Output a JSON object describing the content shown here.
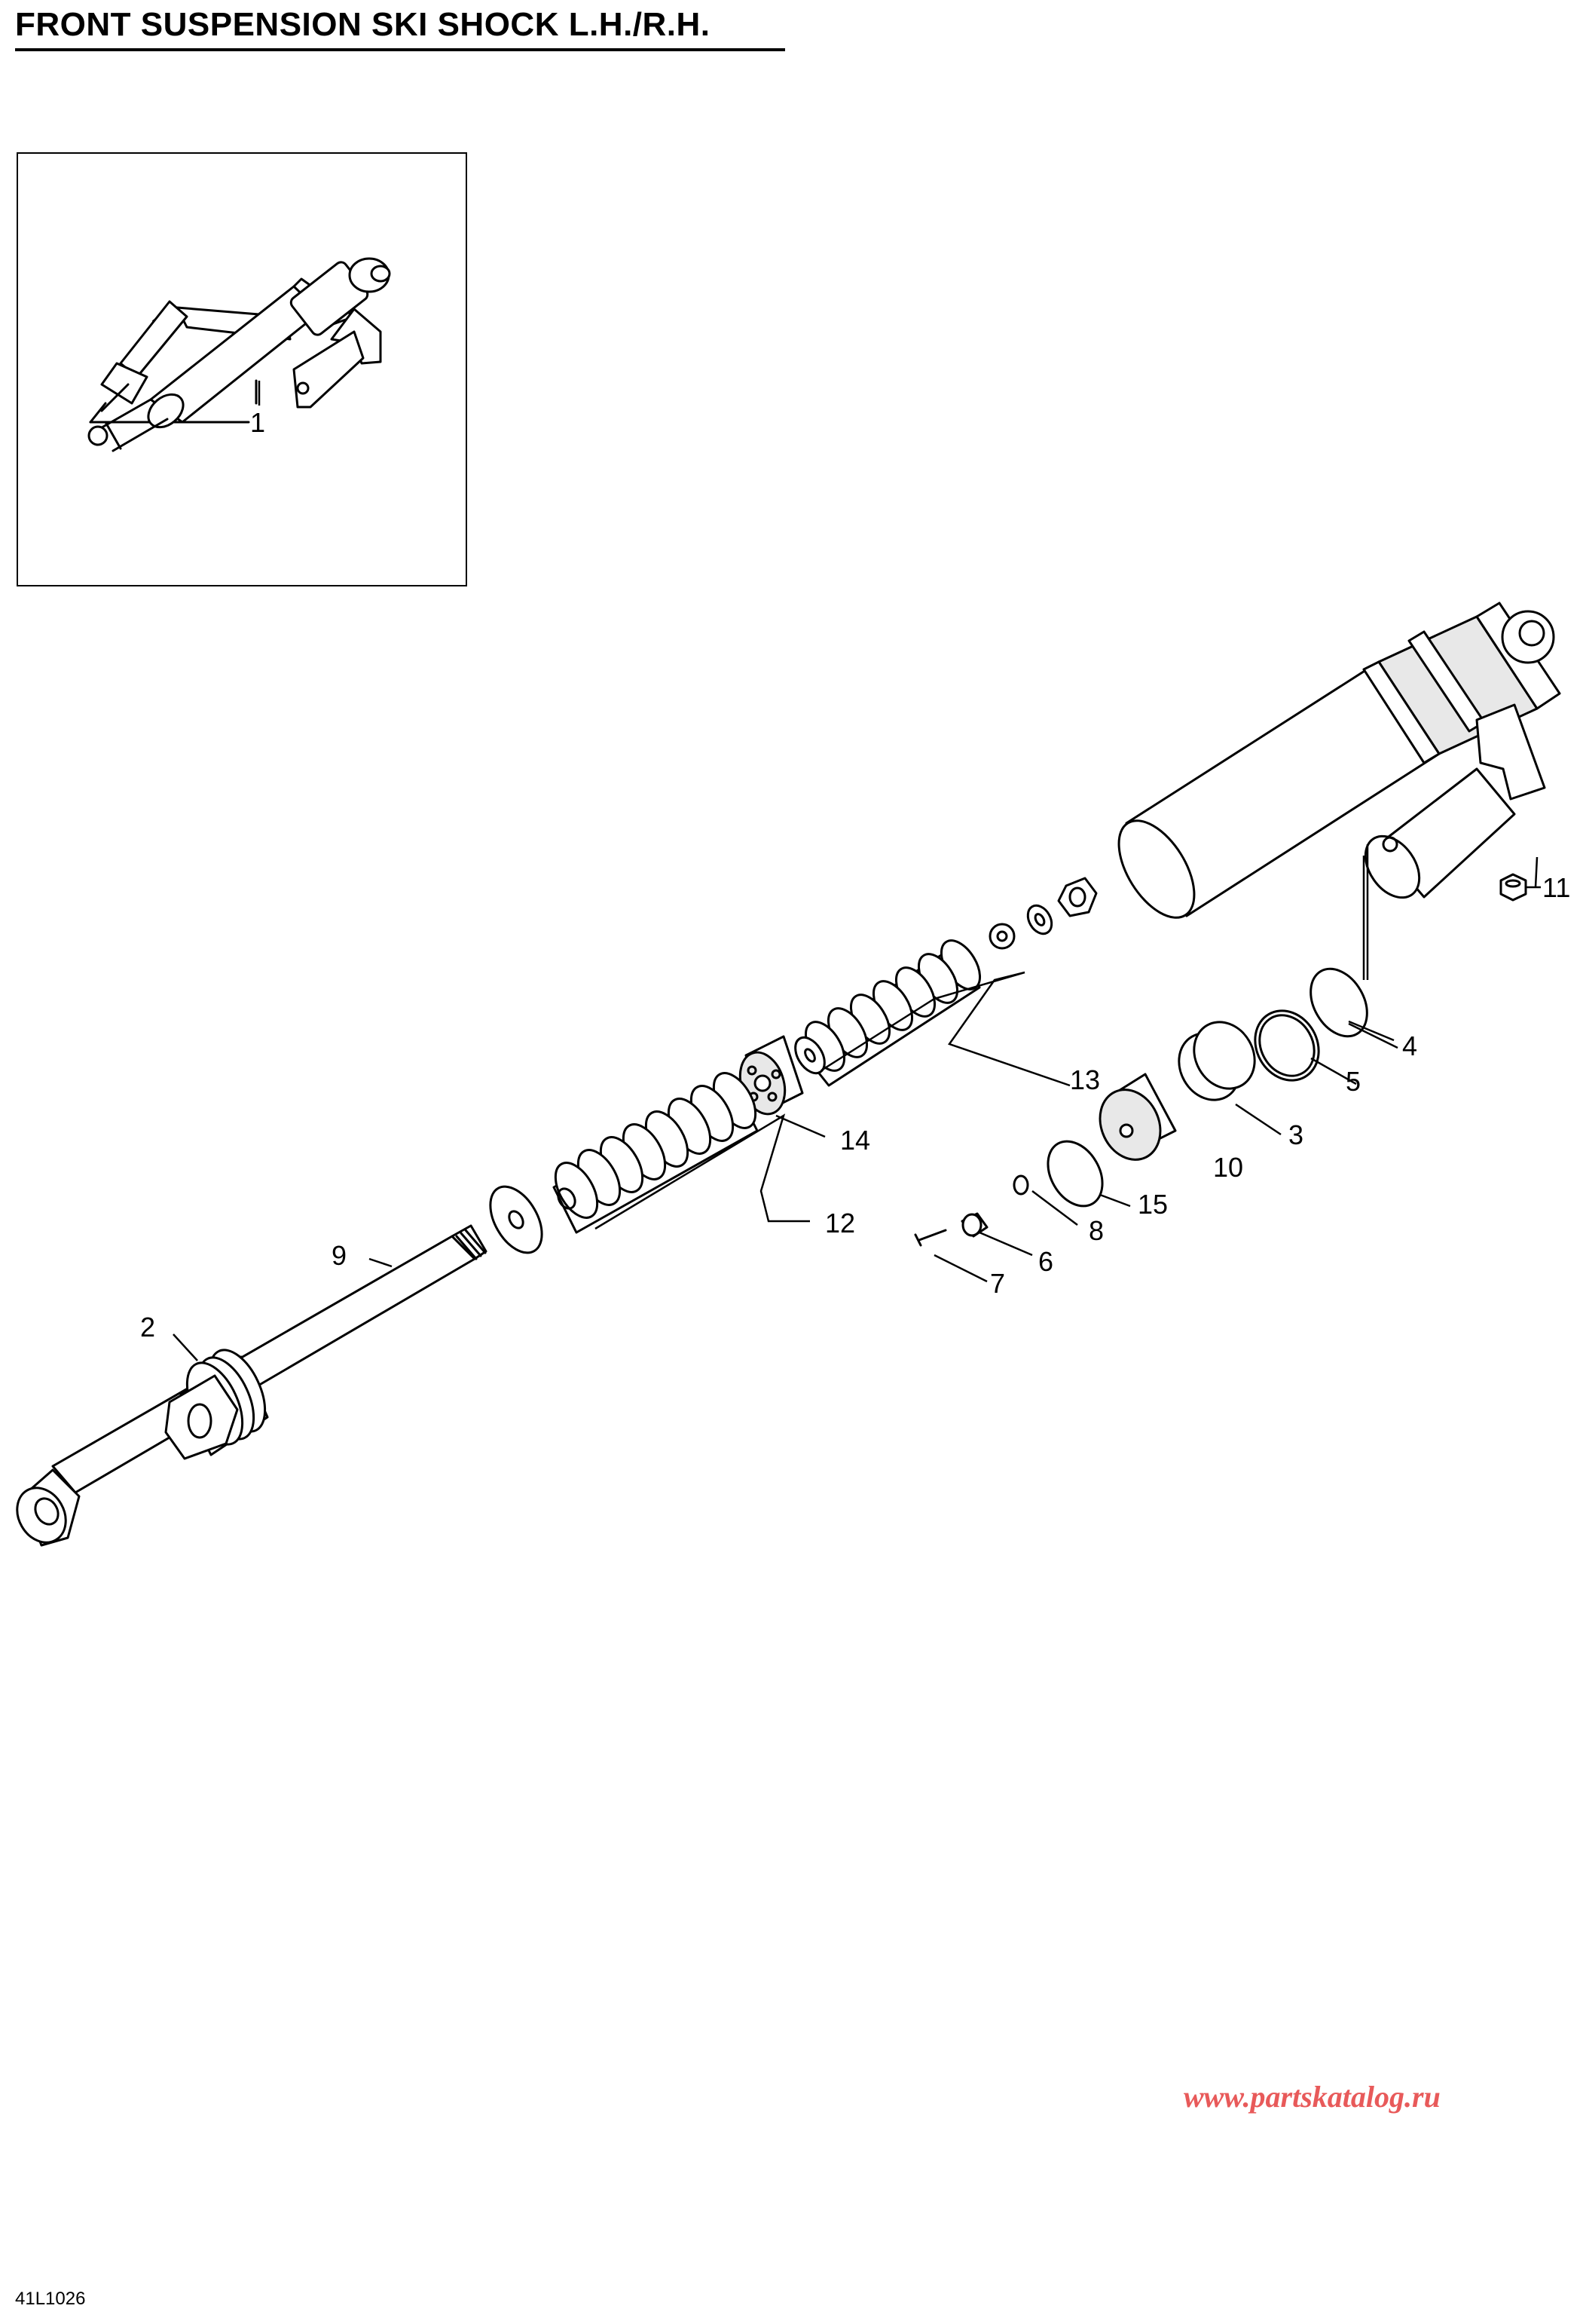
{
  "title": "FRONT SUSPENSION SKI SHOCK L.H./R.H.",
  "callouts": {
    "c1": "1",
    "c2": "2",
    "c3": "3",
    "c4": "4",
    "c5": "5",
    "c6": "6",
    "c7": "7",
    "c8": "8",
    "c9": "9",
    "c10": "10",
    "c11": "11",
    "c12": "12",
    "c13": "13",
    "c14": "14",
    "c15": "15"
  },
  "watermark": "www.partskatalog.ru",
  "figure_code": "41L1026",
  "colors": {
    "line": "#000000",
    "watermark": "#e85a5a",
    "part_fill": "#ffffff",
    "shade": "#e8e8e8"
  }
}
